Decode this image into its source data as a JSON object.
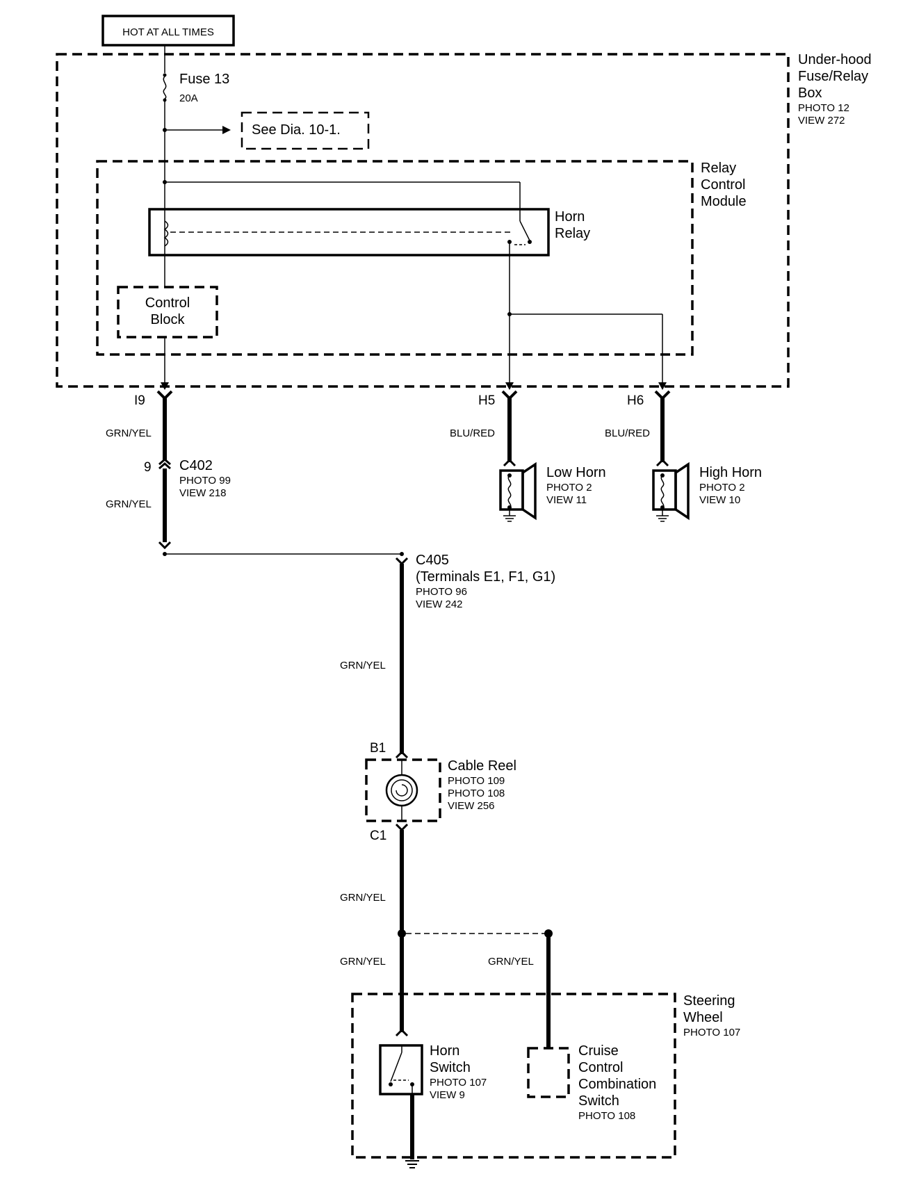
{
  "power": {
    "label": "HOT AT ALL TIMES"
  },
  "fuse_box": {
    "lines": [
      "Under-hood",
      "Fuse/Relay",
      "Box"
    ],
    "photo": "PHOTO 12",
    "view": "VIEW 272"
  },
  "fuse": {
    "name": "Fuse 13",
    "rating": "20A"
  },
  "see_dia": "See Dia. 10-1.",
  "relay_module": {
    "lines": [
      "Relay",
      "Control",
      "Module"
    ]
  },
  "horn_relay": {
    "lines": [
      "Horn",
      "Relay"
    ]
  },
  "control_block": {
    "lines": [
      "Control",
      "Block"
    ]
  },
  "terminals": {
    "i9": "I9",
    "h5": "H5",
    "h6": "H6",
    "pin9": "9",
    "b1": "B1",
    "c1": "C1"
  },
  "wire_colors": {
    "grn_yel": "GRN/YEL",
    "blu_red": "BLU/RED"
  },
  "c402": {
    "name": "C402",
    "photo": "PHOTO 99",
    "view": "VIEW 218"
  },
  "low_horn": {
    "name": "Low Horn",
    "photo": "PHOTO 2",
    "view": "VIEW 11"
  },
  "high_horn": {
    "name": "High Horn",
    "photo": "PHOTO 2",
    "view": "VIEW 10"
  },
  "c405": {
    "name": "C405",
    "terminals": "(Terminals E1, F1, G1)",
    "photo": "PHOTO 96",
    "view": "VIEW 242"
  },
  "cable_reel": {
    "name": "Cable Reel",
    "photo1": "PHOTO 109",
    "photo2": "PHOTO 108",
    "view": "VIEW 256"
  },
  "steering_wheel": {
    "lines": [
      "Steering",
      "Wheel"
    ],
    "photo": "PHOTO 107"
  },
  "horn_switch": {
    "lines": [
      "Horn",
      "Switch"
    ],
    "photo": "PHOTO 107",
    "view": "VIEW 9"
  },
  "cruise_switch": {
    "lines": [
      "Cruise",
      "Control",
      "Combination",
      "Switch"
    ],
    "photo": "PHOTO 108"
  }
}
